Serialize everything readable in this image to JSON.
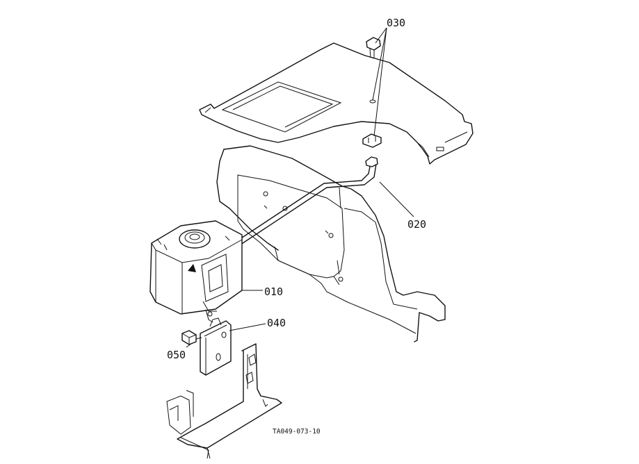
{
  "diagram": {
    "parts": [
      {
        "id": "p010",
        "callout": "010"
      },
      {
        "id": "p020",
        "callout": "020"
      },
      {
        "id": "p030",
        "callout": "030"
      },
      {
        "id": "p040",
        "callout": "040"
      },
      {
        "id": "p050",
        "callout": "050"
      }
    ],
    "figure_code": "TA049-073-10"
  },
  "colors": {
    "line": "#111111",
    "background": "#ffffff"
  }
}
